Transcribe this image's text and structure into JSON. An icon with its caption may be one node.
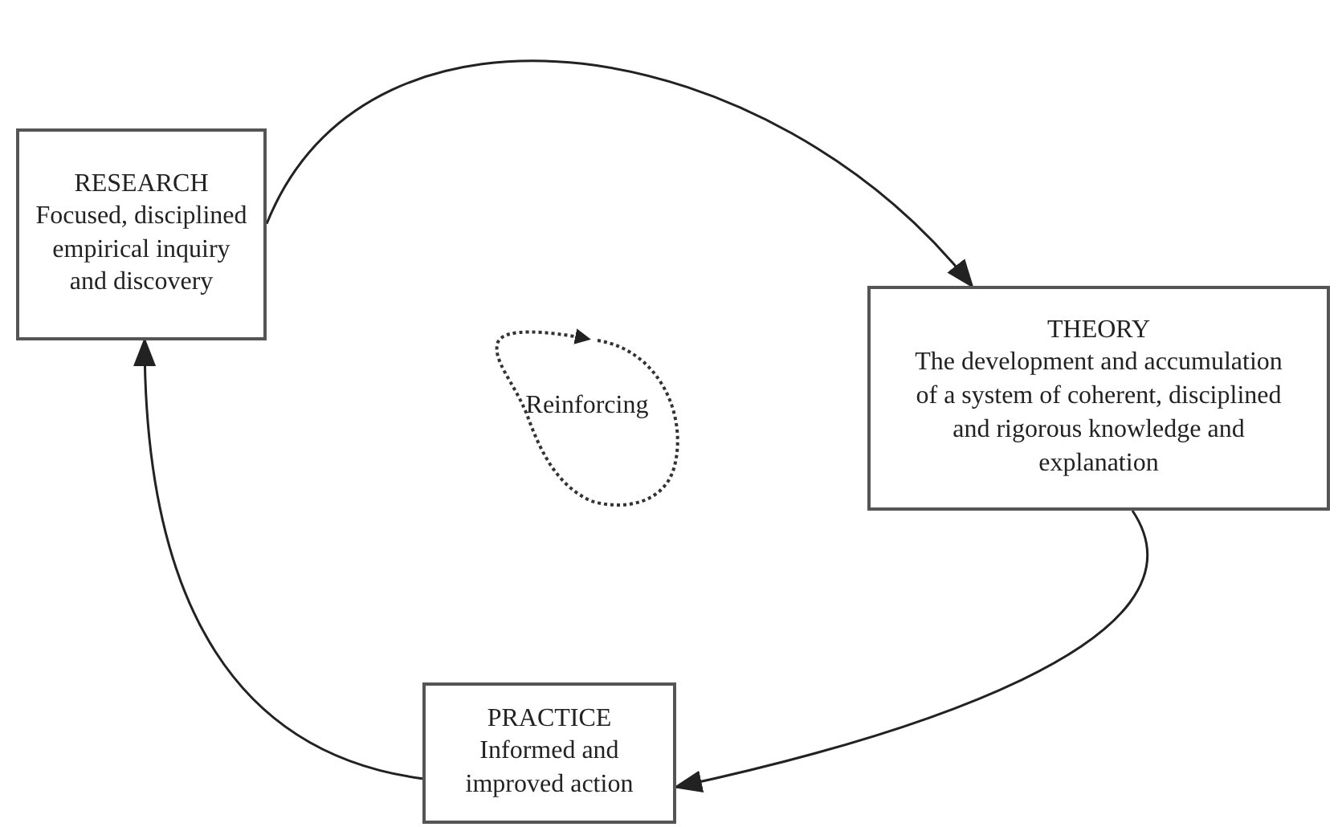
{
  "diagram": {
    "nodes": [
      {
        "text": [
          "RESEARCH",
          "Focused, disciplined empirical inquiry and discovery"
        ]
      },
      {
        "text": [
          "THEORY",
          "The development and accumulation of a system of coherent, disciplined and rigorous knowledge and explanation"
        ]
      },
      {
        "text": [
          "PRACTICE",
          "Informed and improved action"
        ]
      },
      {
        "text": [
          "Reinforcing"
        ]
      }
    ],
    "edges": [
      {
        "from": 0,
        "to": 1,
        "arrow": "to"
      },
      {
        "from": 1,
        "to": 2,
        "arrow": "to"
      },
      {
        "from": 2,
        "to": 0,
        "arrow": "to"
      }
    ]
  }
}
